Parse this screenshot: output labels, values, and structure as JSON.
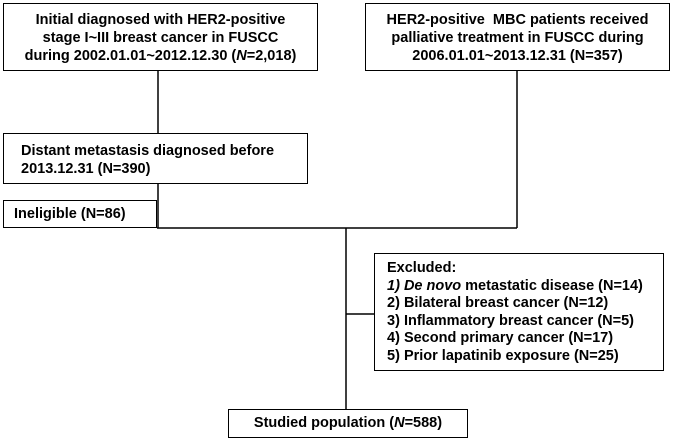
{
  "boxes": {
    "initial": {
      "lines": [
        "Initial diagnosed with HER2-positive",
        "stage I~III breast cancer in FUSCC",
        "during 2002.01.01~2012.12.30"
      ],
      "count_prefix": "(",
      "count_n": "N",
      "count_value": "=2,018)"
    },
    "mbc": {
      "lines": [
        "HER2-positive  MBC patients received",
        "palliative treatment in FUSCC during",
        "2006.01.01~2013.12.31"
      ],
      "count_text": "(N=357)"
    },
    "distant": {
      "lines": [
        "Distant metastasis diagnosed before",
        "2013.12.31"
      ],
      "count_text": "(N=390)"
    },
    "ineligible": {
      "text": "Ineligible (N=86)"
    },
    "excluded": {
      "title": "Excluded:",
      "items": [
        {
          "number": "1)",
          "italic_text": "De novo",
          "text": " metastatic disease (N=14)"
        },
        {
          "number": "2)",
          "italic_text": "",
          "text": "Bilateral breast cancer (N=12)"
        },
        {
          "number": "3)",
          "italic_text": "",
          "text": "Inflammatory breast cancer (N=5)"
        },
        {
          "number": "4)",
          "italic_text": "",
          "text": "Second primary cancer (N=17)"
        },
        {
          "number": "5)",
          "italic_text": "",
          "text": "Prior lapatinib exposure (N=25)"
        }
      ]
    },
    "studied": {
      "label": "Studied population",
      "count_prefix": "(",
      "count_n": "N",
      "count_value": "=588)"
    }
  },
  "colors": {
    "line": "#000000",
    "box_border": "#000000",
    "background": "#ffffff"
  }
}
